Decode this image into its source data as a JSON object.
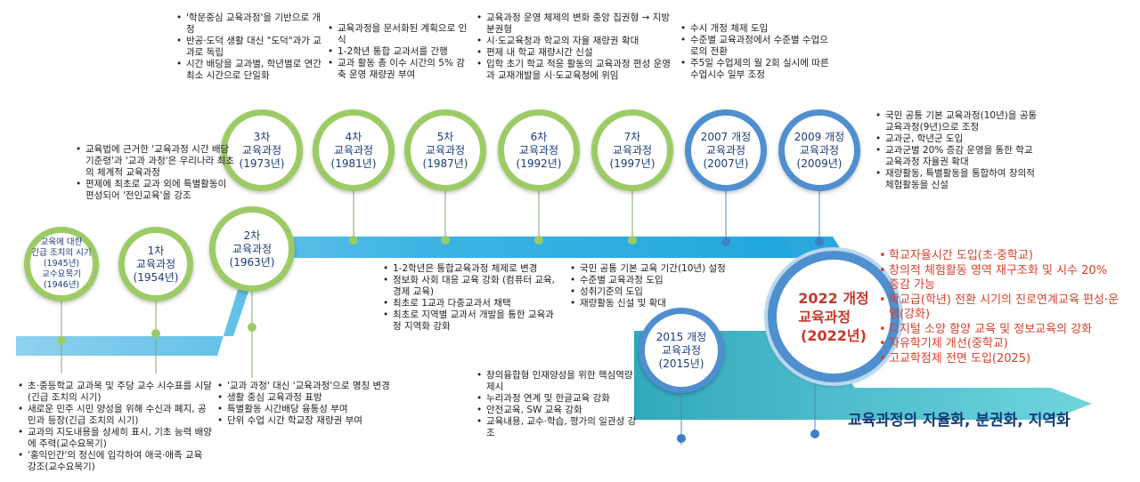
{
  "colors": {
    "green": "#9ccb66",
    "blue": "#4f8fcf",
    "lightblue": "#39b7e6",
    "red": "#d9412b",
    "navy": "#123a7a"
  },
  "nodes": [
    {
      "id": "edu-pre",
      "title": "교육에 대한\n긴급 조치의 시기",
      "sub": "(1945년)\n교수요목기\n(1946년)"
    },
    {
      "id": "c1",
      "title": "1차\n교육과정",
      "sub": "(1954년)"
    },
    {
      "id": "c2",
      "title": "2차\n교육과정",
      "sub": "(1963년)"
    },
    {
      "id": "c3",
      "title": "3차\n교육과정",
      "sub": "(1973년)"
    },
    {
      "id": "c4",
      "title": "4차\n교육과정",
      "sub": "(1981년)"
    },
    {
      "id": "c5",
      "title": "5차\n교육과정",
      "sub": "(1987년)"
    },
    {
      "id": "c6",
      "title": "6차\n교육과정",
      "sub": "(1992년)"
    },
    {
      "id": "c7",
      "title": "7차\n교육과정",
      "sub": "(1997년)"
    },
    {
      "id": "c2007",
      "title": "2007 개정\n교육과정",
      "sub": "(2007년)"
    },
    {
      "id": "c2009",
      "title": "2009 개정\n교육과정",
      "sub": "(2009년)"
    },
    {
      "id": "c2015",
      "title": "2015 개정\n교육과정",
      "sub": "(2015년)"
    },
    {
      "id": "c2022",
      "title": "2022 개정\n교육과정",
      "sub": "(2022년)"
    }
  ],
  "notes": {
    "top_3": [
      "'학문중심 교육과정'을 기반으로 개정",
      "반공·도덕 생활 대신 \"도덕\"과가 교과로 독립",
      "시간 배당을 교과별, 학년별로 연간 최소 시간으로 단일화"
    ],
    "top_4": [
      "교육과정을 문서화된 계획으로 인식",
      "1-2학년 통합 교과서를 간행",
      "교과 활동 총 이수 시간의 5% 감축 운영 재량권 부여"
    ],
    "top_6": [
      "교육과정 운영 체제의 변화 중앙 집권형 → 지방 분권형",
      "시·도교육청과 학교의 자율 재량권 확대",
      "편제 내 학교 재량시간 신설",
      "입학 초기 학교 적응 활동의 교육과정 편성 운영과 교재개발을 시·도교육청에 위임"
    ],
    "top_2007": [
      "수시 개정 체제 도입",
      "수준별 교육과정에서 수준별 수업으로의 전환",
      "주5일 수업제의 월 2회 실시에 따른 수업시수 일부 조정"
    ],
    "top_2009": [
      "국민 공통 기본 교육과정(10년)을 공통 교육과정(9년)으로 조정",
      "교과군, 학년군 도입",
      "교과군별 20% 증감 운영을 통한 학교 교육과정 자율권 확대",
      "재량활동, 특별활동을 통합하여 창의적 체험활동을 신설"
    ],
    "mid_2": [
      "교육법에 근거한 '교육과정 시간 배당 기준령'과 '교과 과정'은 우리나라 최초의 체계적 교육과정",
      "편제에 최초로 교과 외에 특별활동이 편성되어 '전인교육'을 강조"
    ],
    "mid_5": [
      "1-2학년은 통합교육과정 체제로 변경",
      "정보화 사회 대응 교육 강화 (컴퓨터 교육, 경제 교육)",
      "최초로 1교과 다중교과서 채택",
      "최초로 지역별 교과서 개발을 통한 교육과정 지역화 강화"
    ],
    "mid_7": [
      "국민 공통 기본 교육 기간(10년) 설정",
      "수준별 교육과정 도입",
      "성취기준의 도입",
      "재량활동 신설 및 확대"
    ],
    "bot_1": [
      "초·중등학교 교과목 및 주당 교수 시수표를 시달(긴급 조치의 시기)",
      "새로운 민주 시민 양성을 위해 수신과 폐지, 공민과 등장(긴급 조치의 시기)",
      "교과의 지도내용을 상세히 표시, 기초 능력 배양에 주력(교수요목기)",
      "'홍익인간'의 정신에 입각하여 애국·애족 교육 강조(교수요목기)"
    ],
    "bot_2": [
      "'교과 과정' 대신 '교육과정'으로 명칭 변경",
      "생활 중심 교육과정 표방",
      "특별활동 시간배당 융통성 부여",
      "단위 수업 시간 학교장 재량권 부여"
    ],
    "bot_2015": [
      "창의융합형 인재양성을 위한 핵심역량 제시",
      "누리과정 연계 및 한글교육 강화",
      "안전교육, SW 교육 강화",
      "교육내용, 교수·학습, 평가의 일관성 강조"
    ],
    "red_2022": [
      "학교자율시간 도입(초·중학교)",
      "창의적 체험활동 영역 재구조화 및 시수 20% 증감 가능",
      "학교급(학년) 전환 시기의 진로연계교육 편성·운영(강화)",
      "디지털 소양 함양 교육 및 정보교육의 강화",
      "자유학기제 개선(중학교)",
      "고교학점제 전면 도입(2025)"
    ]
  },
  "slogan": "교육과정의 자율화, 분권화, 지역화"
}
